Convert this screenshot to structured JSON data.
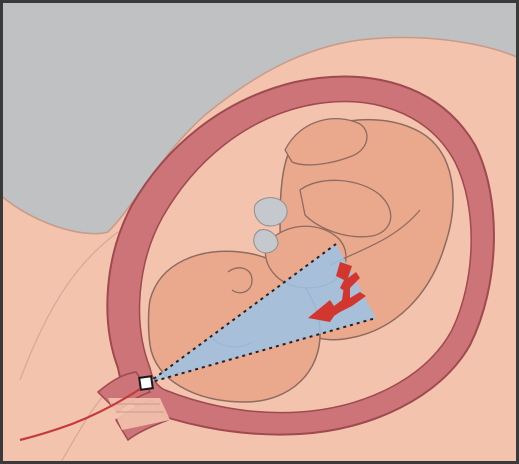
{
  "image": {
    "kind": "medical-illustration",
    "text_labels": []
  },
  "colors": {
    "frame": "#3a3a3a",
    "background_gray": "#bfc1c3",
    "skin": "#f3c3ad",
    "skin_outline": "#c99a88",
    "uterus_wall": "#cc7478",
    "uterus_outline": "#9e4a50",
    "fetus": "#eaa88c",
    "fetus_outline": "#8e6b60",
    "cord_gray": "#c5c8cc",
    "field_blue": "#9cc3e6",
    "arrow_red": "#d1362f",
    "catheter_red": "#c43a3a"
  },
  "icons": {
    "arrow": "red-direction-arrows",
    "sensor": "scalp-sensor-square"
  }
}
